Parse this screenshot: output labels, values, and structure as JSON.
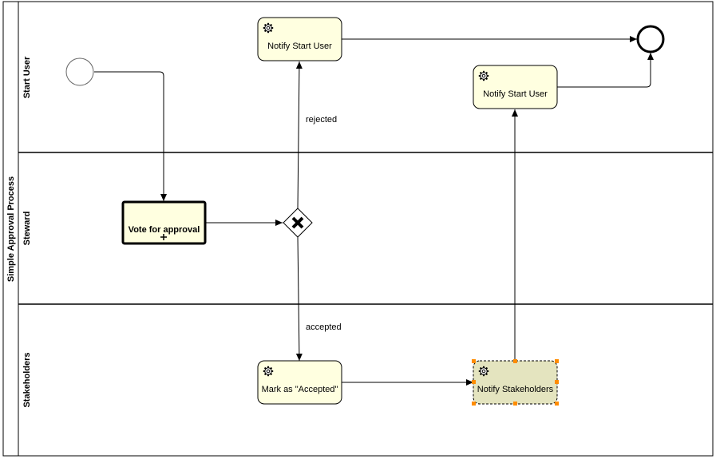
{
  "pool": {
    "label": "Simple Approval Process"
  },
  "lanes": [
    {
      "label": "Start User"
    },
    {
      "label": "Steward"
    },
    {
      "label": "Stakeholders"
    }
  ],
  "tasks": {
    "notify_start_user_1": "Notify Start User",
    "notify_start_user_2": "Notify Start User",
    "vote_for_approval": "Vote for approval",
    "mark_as_accepted": "Mark as \"Accepted\"",
    "notify_stakeholders": "Notify Stakeholders"
  },
  "flows": {
    "rejected": "rejected",
    "accepted": "accepted"
  },
  "colors": {
    "task_fill": "#ffffe0",
    "task_selected_fill": "#e4e4bf",
    "selection_handles": "#ff8c00",
    "line": "#000000"
  },
  "icons": {
    "service_task": "gear-icon",
    "subprocess_marker": "plus-icon",
    "gateway": "exclusive-gateway-x-icon"
  }
}
